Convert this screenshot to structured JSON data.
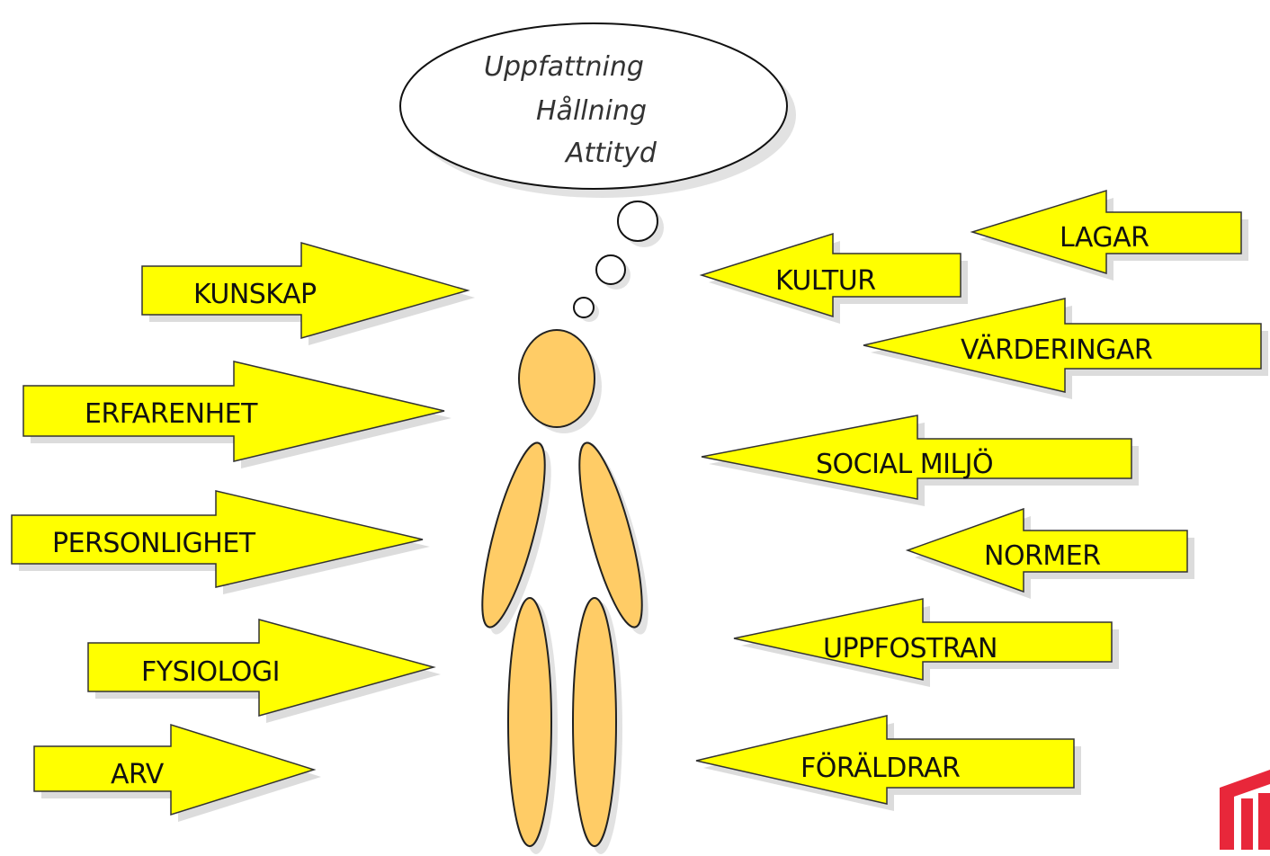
{
  "thought_bubble": {
    "lines": [
      "Uppfattning",
      "Hållning",
      "Attityd"
    ]
  },
  "left_arrows": [
    "KUNSKAP",
    "ERFARENHET",
    "PERSONLIGHET",
    "FYSIOLOGI",
    "ARV"
  ],
  "right_arrows": [
    "LAGAR",
    "KULTUR",
    "VÄRDERINGAR",
    "SOCIAL MILJÖ",
    "NORMER",
    "UPPFOSTRAN",
    "FÖRÄLDRAR"
  ],
  "colors": {
    "arrow_fill": "#ffff00",
    "figure_fill": "#ffcc66",
    "logo": "#e8273a"
  },
  "icons": {
    "figure": "person-figure-icon",
    "logo": "brand-logo-icon"
  }
}
